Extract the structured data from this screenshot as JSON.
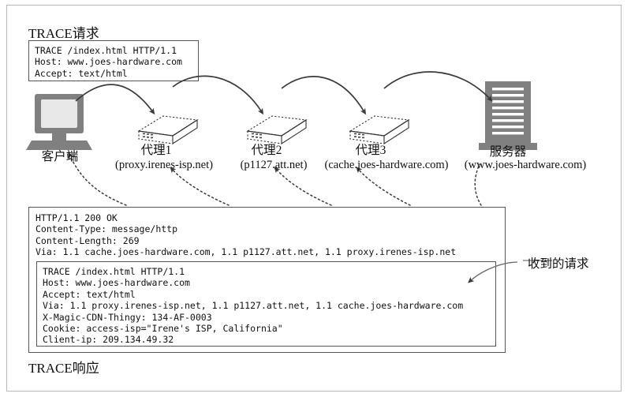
{
  "figure": {
    "request_title": "TRACE请求",
    "response_title": "TRACE响应",
    "annotation": "收到的请求"
  },
  "request_message": {
    "lines": [
      "TRACE /index.html HTTP/1.1",
      "Host: www.joes-hardware.com",
      "Accept: text/html"
    ]
  },
  "response_message": {
    "lines": [
      "HTTP/1.1 200 OK",
      "Content-Type: message/http",
      "Content-Length: 269",
      "Via: 1.1 cache.joes-hardware.com, 1.1 p1127.att.net, 1.1 proxy.irenes-isp.net"
    ]
  },
  "echoed_request": {
    "lines": [
      "TRACE /index.html HTTP/1.1",
      "Host: www.joes-hardware.com",
      "Accept: text/html",
      "Via: 1.1 proxy.irenes-isp.net, 1.1 p1127.att.net, 1.1 cache.joes-hardware.com",
      "X-Magic-CDN-Thingy: 134-AF-0003",
      "Cookie: access-isp=\"Irene's ISP, California\"",
      "Client-ip: 209.134.49.32"
    ]
  },
  "nodes": [
    {
      "name": "客户端",
      "host": "",
      "icon": "desktop-computer-icon"
    },
    {
      "name": "代理1",
      "host": "(proxy.irenes-isp.net)",
      "icon": "proxy-box-icon"
    },
    {
      "name": "代理2",
      "host": "(p1127.att.net)",
      "icon": "proxy-box-icon"
    },
    {
      "name": "代理3",
      "host": "(cache.joes-hardware.com)",
      "icon": "proxy-box-icon"
    },
    {
      "name": "服务器",
      "host": "(www.joes-hardware.com)",
      "icon": "server-tower-icon"
    }
  ],
  "colors": {
    "ink": "#111111",
    "stroke": "#555555",
    "device_gray": "#808080",
    "frame": "#b9b9b9"
  }
}
